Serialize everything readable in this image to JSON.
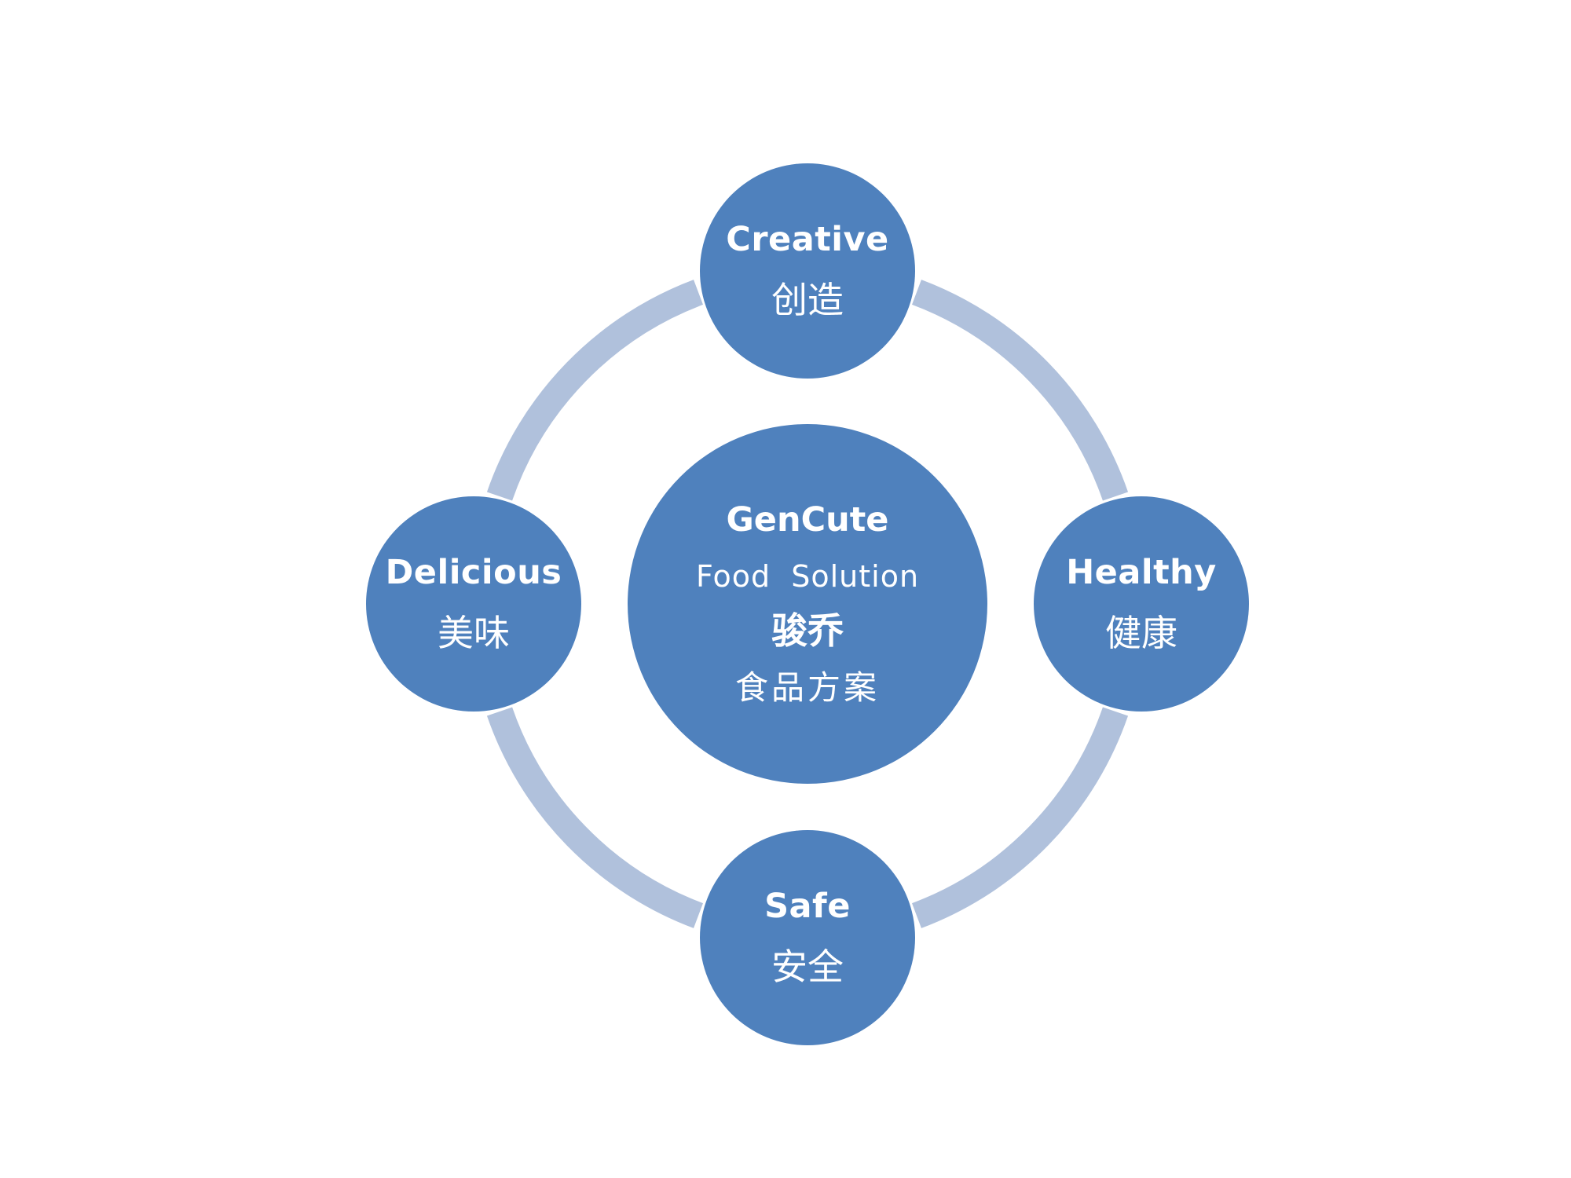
{
  "colors": {
    "node_fill": "#4f81bd",
    "ring_fill": "#b0c1dc",
    "text": "#ffffff",
    "background": "#ffffff"
  },
  "center": {
    "title": "GenCute",
    "subtitle": "Food  Solution",
    "zh_title": "骏乔",
    "zh_subtitle": "食品方案"
  },
  "nodes": {
    "top": {
      "en": "Creative",
      "zh": "创造"
    },
    "right": {
      "en": "Healthy",
      "zh": "健康"
    },
    "bottom": {
      "en": "Safe",
      "zh": "安全"
    },
    "left": {
      "en": "Delicious",
      "zh": "美味"
    }
  }
}
